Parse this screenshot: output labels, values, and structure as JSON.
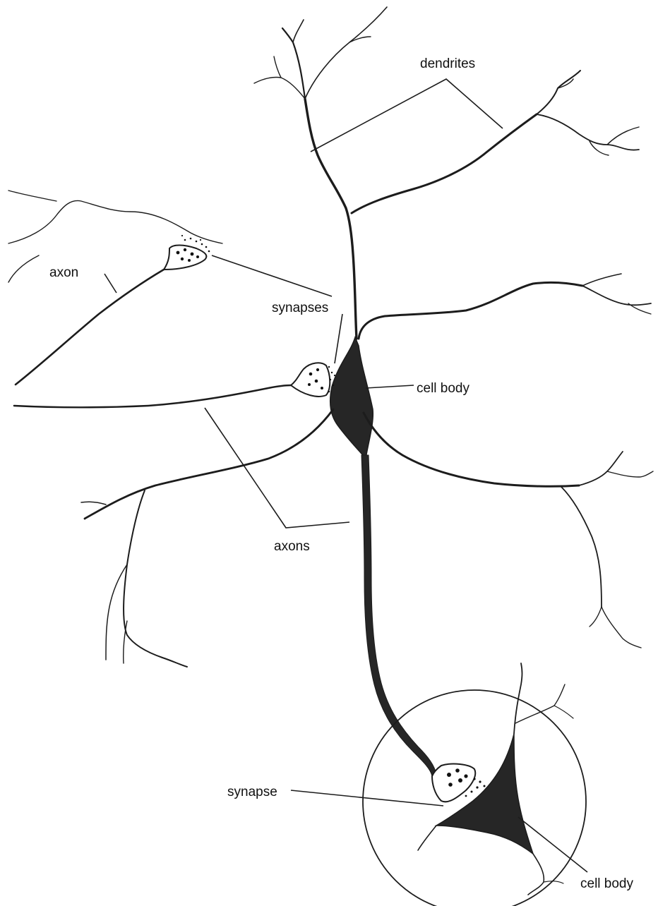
{
  "labels": {
    "dendrites": "dendrites",
    "axon": "axon",
    "synapses": "synapses",
    "cell_body_main": "cell body",
    "axons": "axons",
    "synapse": "synapse",
    "cell_body_inset": "cell body"
  },
  "colors": {
    "ink": "#1c1c1c",
    "cell_body_fill": "#262626",
    "background": "#ffffff"
  }
}
